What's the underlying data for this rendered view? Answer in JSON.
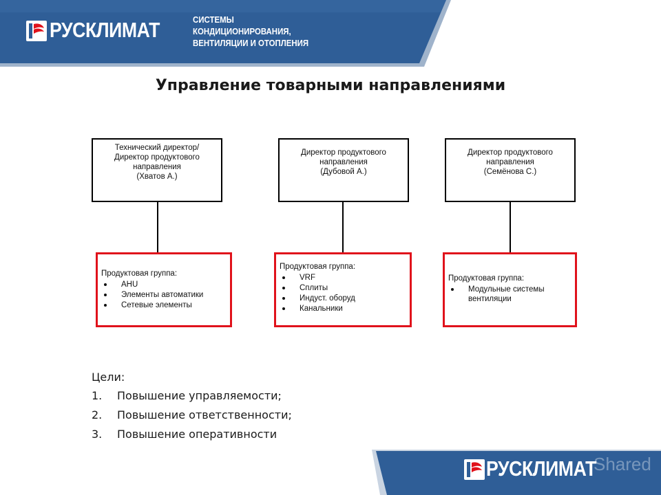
{
  "header": {
    "brand": "РУСКЛИМАТ",
    "tagline": [
      "СИСТЕМЫ",
      "КОНДИЦИОНИРОВАНИЯ,",
      "ВЕНТИЛЯЦИИ И ОТОПЛЕНИЯ"
    ],
    "banner_color": "#2f5e97",
    "accent_color": "#e0121b"
  },
  "title": "Управление товарными направлениями",
  "org_chart": {
    "directors": [
      {
        "lines": [
          "Технический директор/",
          "Директор продуктового",
          "направления",
          "(Хватов А.)"
        ]
      },
      {
        "lines": [
          "Директор продуктового",
          "направления",
          "(Дубовой А.)"
        ]
      },
      {
        "lines": [
          "Директор продуктового",
          "направления",
          "(Семёнова С.)"
        ]
      }
    ],
    "groups": [
      {
        "label": "Продуктовая группа:",
        "items": [
          "AHU",
          "Элементы автоматики",
          "Сетевые элементы"
        ]
      },
      {
        "label": "Продуктовая группа:",
        "items": [
          "VRF",
          "Сплиты",
          "Индуст. оборуд",
          "Канальники"
        ]
      },
      {
        "label": "Продуктовая группа:",
        "items": [
          "Модульные системы\nвентиляции"
        ]
      }
    ]
  },
  "goals": {
    "heading": "Цели:",
    "items": [
      {
        "number": "1.",
        "text": "Повышение управляемости;"
      },
      {
        "number": "2.",
        "text": "Повышение ответственности;"
      },
      {
        "number": "3.",
        "text": "Повышение оперативности"
      }
    ]
  },
  "footer": {
    "brand": "РУСКЛИМАТ",
    "watermark": "Shared"
  }
}
